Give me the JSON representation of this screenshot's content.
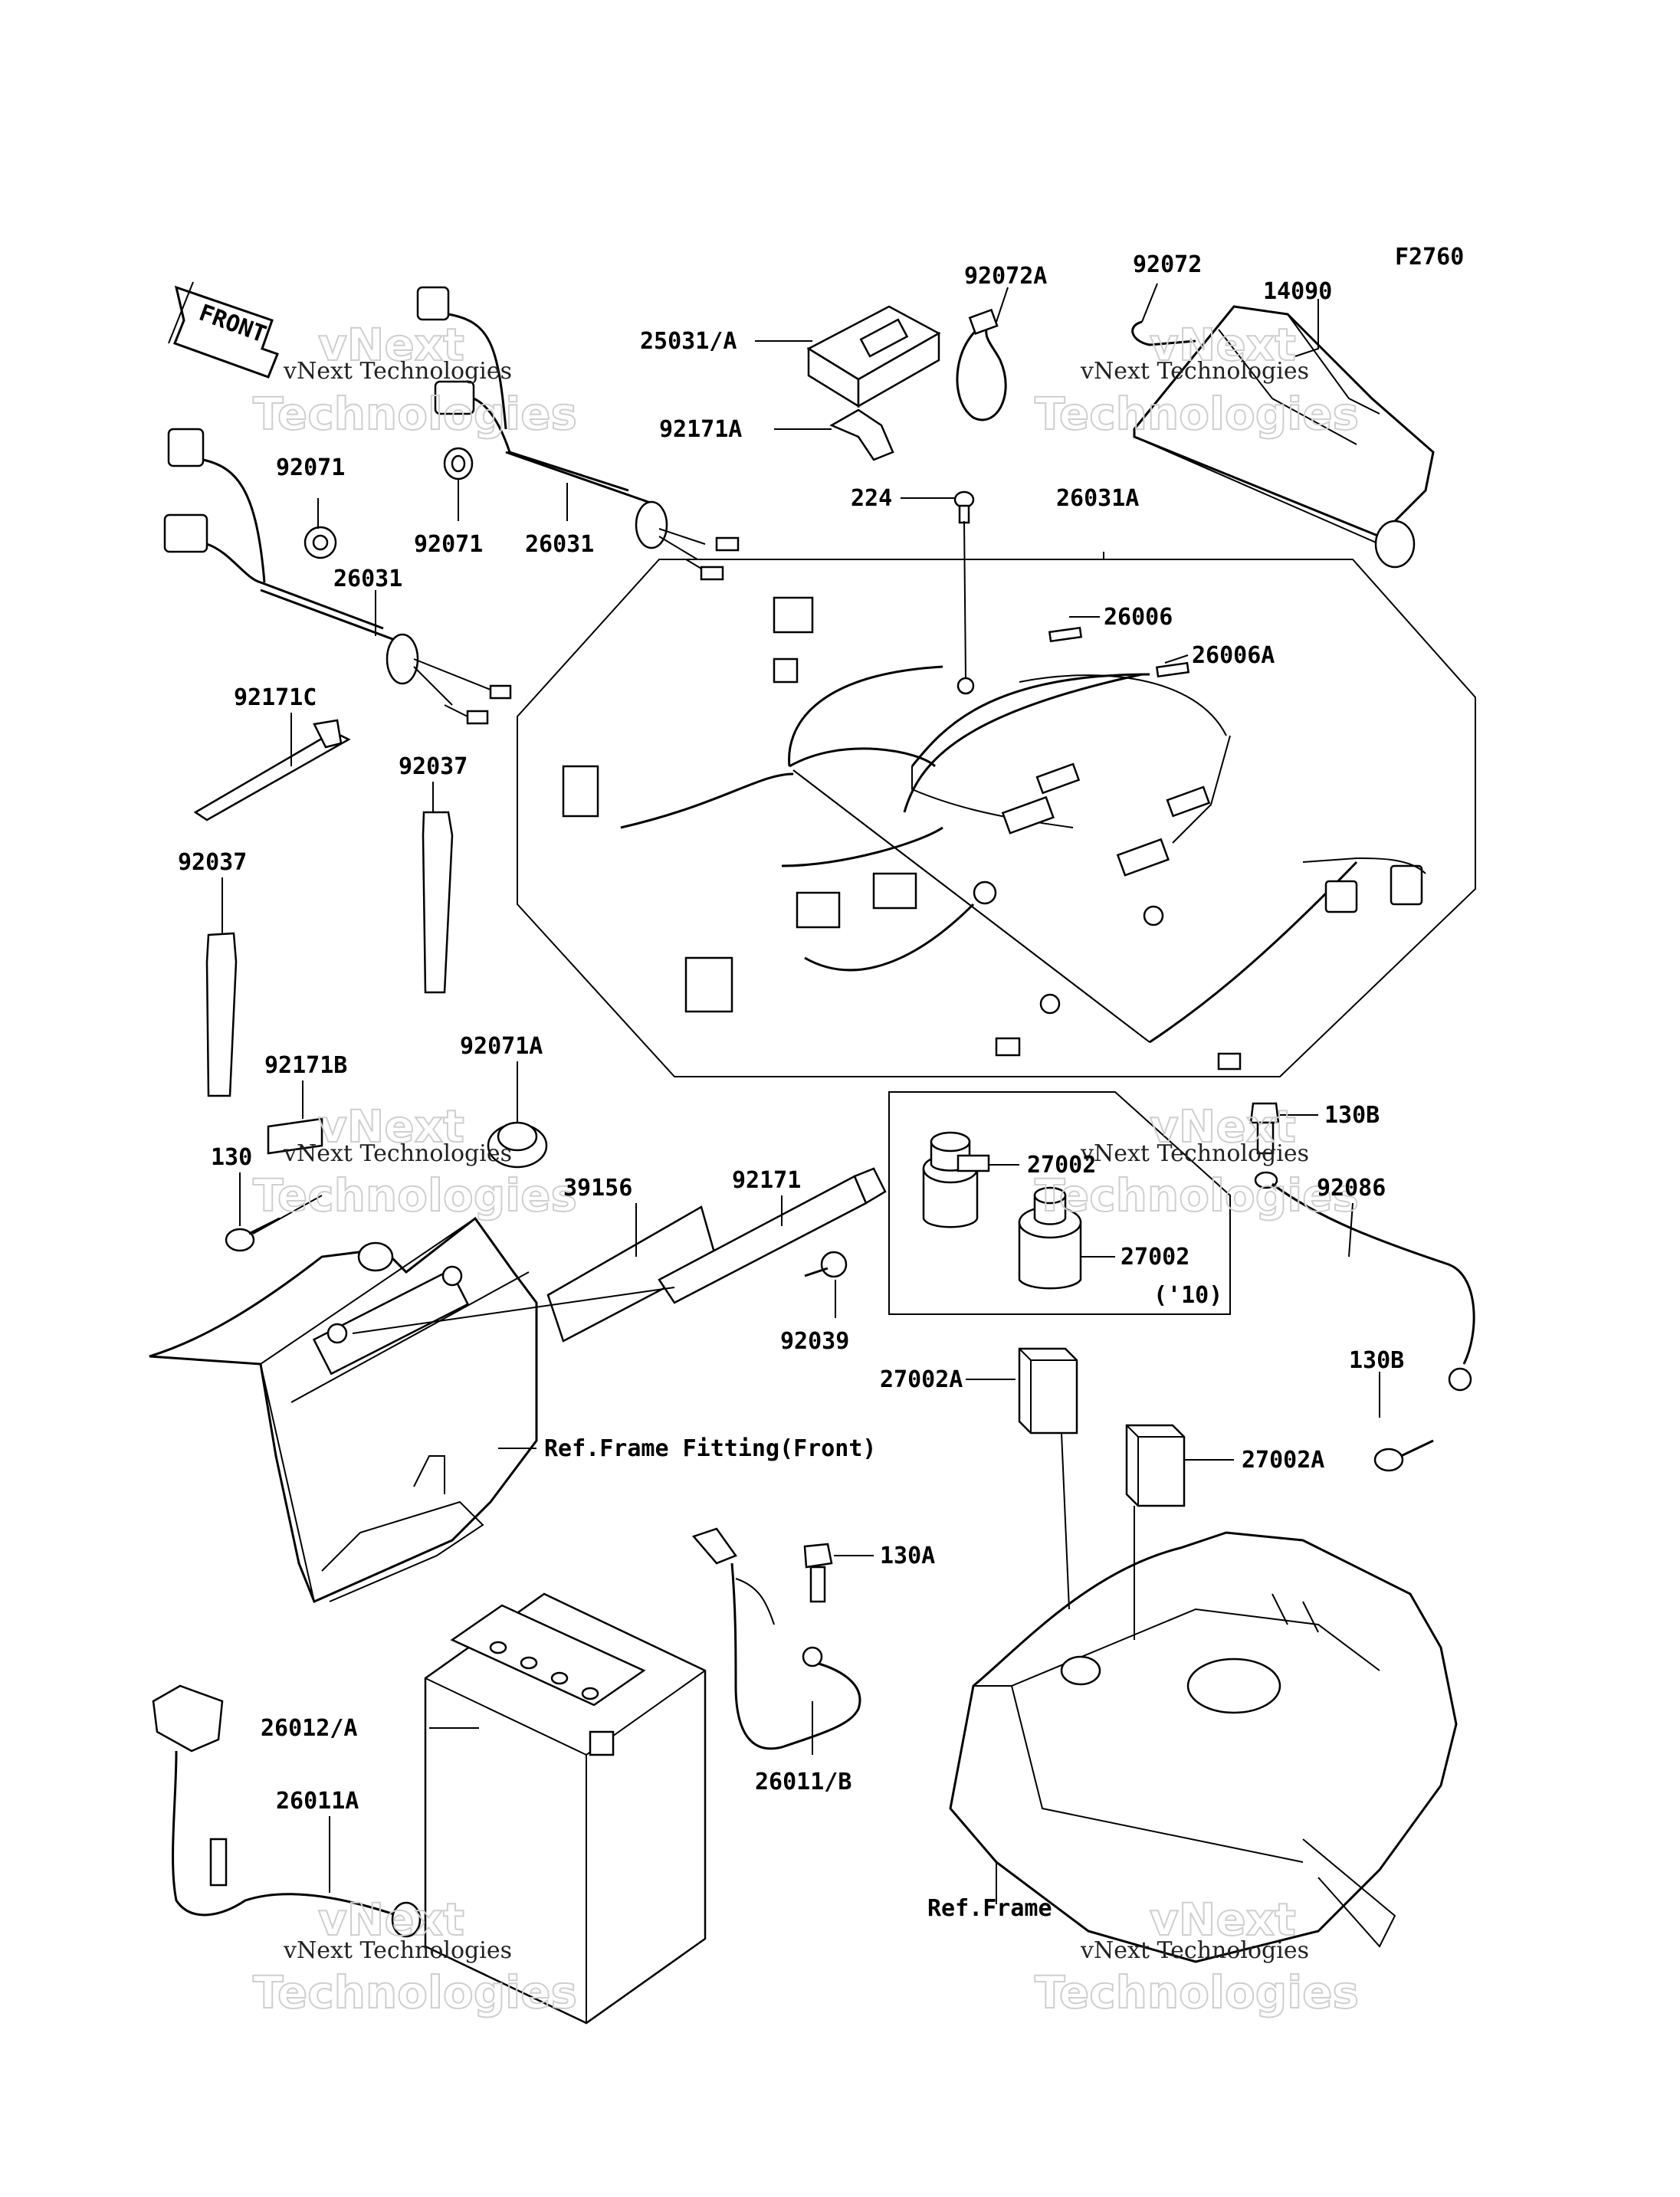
{
  "figure_code": "F2760",
  "front_arrow_label": "FRONT",
  "watermark_line1": "vNext Technologies",
  "watermark_line2": "Technologies",
  "watermark_line3": "vNext",
  "parts": {
    "p92072A": "92072A",
    "p92072": "92072",
    "p14090": "14090",
    "p25031A": "25031/A",
    "p92171A": "92171A",
    "p224": "224",
    "p26031A": "26031A",
    "p92071_a": "92071",
    "p92071_b": "92071",
    "p26031_a": "26031",
    "p26031_b": "26031",
    "p26006": "26006",
    "p26006A": "26006A",
    "p92171C": "92171C",
    "p92037_a": "92037",
    "p92037_b": "92037",
    "p92071A": "92071A",
    "p92171B": "92171B",
    "p130": "130",
    "p39156": "39156",
    "p92171": "92171",
    "p27002_a": "27002",
    "p27002_b": "27002",
    "p10": "('10)",
    "p130B_a": "130B",
    "p92086": "92086",
    "p92039": "92039",
    "p27002A_a": "27002A",
    "p130B_b": "130B",
    "p27002A_b": "27002A",
    "ref_frame_front": "Ref.Frame Fitting(Front)",
    "p130A": "130A",
    "p26012A": "26012/A",
    "p26011A": "26011A",
    "p26011B": "26011/B",
    "ref_frame": "Ref.Frame"
  }
}
